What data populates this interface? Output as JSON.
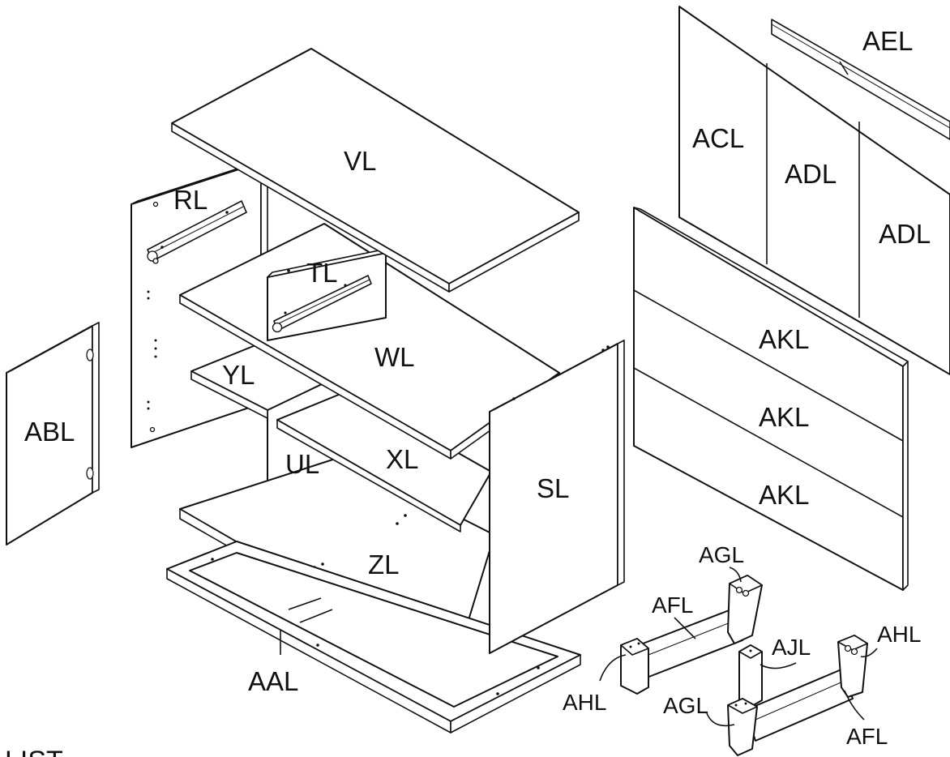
{
  "diagram": {
    "labels": {
      "vl": "VL",
      "rl": "RL",
      "tl": "TL",
      "wl": "WL",
      "yl": "YL",
      "xl": "XL",
      "ul": "UL",
      "sl": "SL",
      "zl": "ZL",
      "aal": "AAL",
      "abl": "ABL",
      "acl": "ACL",
      "adl_1": "ADL",
      "adl_2": "ADL",
      "ael": "AEL",
      "akl_1": "AKL",
      "akl_2": "AKL",
      "akl_3": "AKL",
      "agl_1": "AGL",
      "agl_2": "AGL",
      "afl_1": "AFL",
      "afl_2": "AFL",
      "ahl_1": "AHL",
      "ahl_2": "AHL",
      "ajl": "AJL"
    },
    "footer_text": "LIST"
  }
}
